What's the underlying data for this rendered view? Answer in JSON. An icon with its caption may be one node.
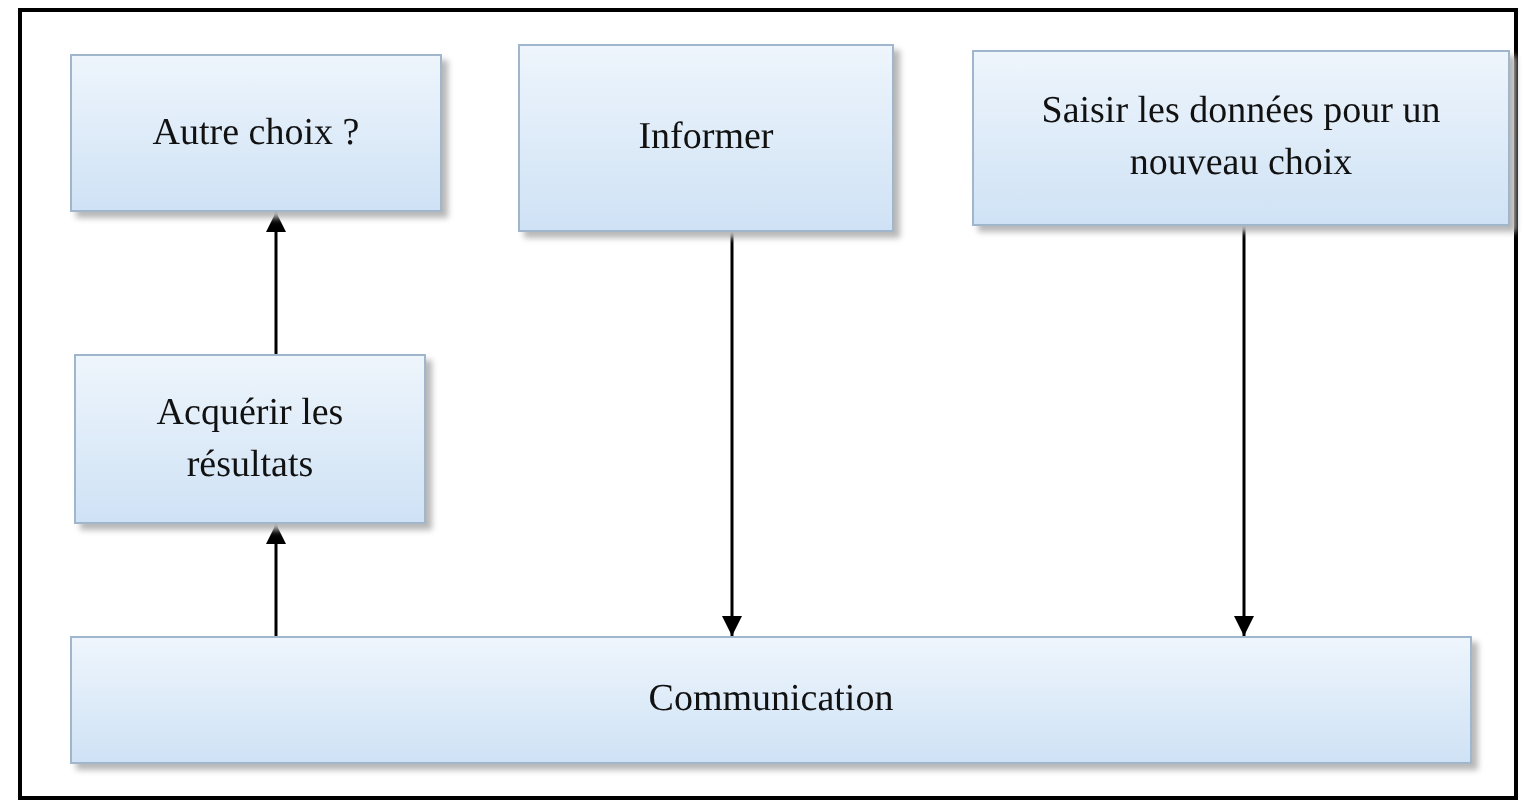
{
  "diagram": {
    "nodes": [
      {
        "text": [
          "Autre choix ?"
        ]
      },
      {
        "text": [
          "Informer"
        ]
      },
      {
        "text": [
          "Saisir les données pour un nouveau choix"
        ]
      },
      {
        "text": [
          "Acquérir les résultats"
        ]
      },
      {
        "text": [
          "Communication"
        ]
      }
    ],
    "edges": [
      {
        "from": 3,
        "to": 0,
        "arrow": "to"
      },
      {
        "from": 4,
        "to": 3,
        "arrow": "to"
      },
      {
        "from": 1,
        "to": 4,
        "arrow": "to"
      },
      {
        "from": 2,
        "to": 4,
        "arrow": "to"
      }
    ]
  }
}
